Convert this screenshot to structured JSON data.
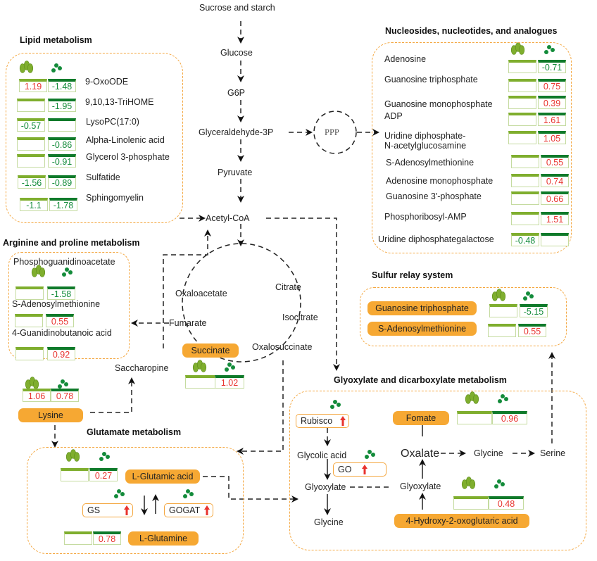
{
  "column_icons": {
    "col1": "insect-icon",
    "col2": "green-dots-icon"
  },
  "colors": {
    "box_border": "#f4a740",
    "highlight_fill": "#f6a833",
    "col1_bar": "#7fae2e",
    "col2_bar": "#0f7a2a",
    "positive_value": "#e8332e",
    "negative_value": "#138b3a",
    "up_arrow": "#e8332e"
  },
  "central": {
    "nodes": [
      "Sucrose and starch",
      "Glucose",
      "G6P",
      "Glyceraldehyde-3P",
      "Pyruvate",
      "Acetyl-CoA"
    ],
    "ppp": "PPP"
  },
  "tca": {
    "nodes": {
      "oxaloacetate": "Oxaloacetate",
      "citrate": "Citrate",
      "isocitrate": "Isocitrate",
      "oxalosuccinate": "Oxalosuccinate",
      "fumarate": "Fumarate",
      "succinate": "Succinate",
      "saccharopine": "Saccharopine"
    },
    "succinate_values": [
      "",
      "1.02"
    ]
  },
  "lipid": {
    "title": "Lipid metabolism",
    "rows": [
      {
        "name": "9-OxoODE",
        "v1": "1.19",
        "v2": "-1.48"
      },
      {
        "name": "9,10,13-TriHOME",
        "v1": "",
        "v2": "-1.95"
      },
      {
        "name": "LysoPC(17:0)",
        "v1": "-0.57",
        "v2": ""
      },
      {
        "name": "Alpha-Linolenic acid",
        "v1": "",
        "v2": "-0.86"
      },
      {
        "name": "Glycerol 3-phosphate",
        "v1": "",
        "v2": "-0.91"
      },
      {
        "name": "Sulfatide",
        "v1": "-1.56",
        "v2": "-0.89"
      },
      {
        "name": "Sphingomyelin",
        "v1": "-1.1",
        "v2": "-1.78"
      }
    ]
  },
  "nucleosides": {
    "title": "Nucleosides, nucleotides, and analogues",
    "rows": [
      {
        "name": "Adenosine",
        "v1": "",
        "v2": "-0.71"
      },
      {
        "name": "Guanosine triphosphate",
        "v1": "",
        "v2": "0.75"
      },
      {
        "name": "Guanosine monophosphate",
        "v1": "",
        "v2": "0.39"
      },
      {
        "name": "ADP",
        "v1": "",
        "v2": "1.61"
      },
      {
        "name": "Uridine diphosphate-",
        "name2": "N-acetylglucosamine",
        "v1": "",
        "v2": "1.05"
      },
      {
        "name": "S-Adenosylmethionine",
        "v1": "",
        "v2": "0.55"
      },
      {
        "name": "Adenosine monophosphate",
        "v1": "",
        "v2": "0.74"
      },
      {
        "name": "Guanosine 3'-phosphate",
        "v1": "",
        "v2": "0.66"
      },
      {
        "name": "Phosphoribosyl-AMP",
        "v1": "",
        "v2": "1.51"
      },
      {
        "name": "Uridine diphosphategalactose",
        "v1": "-0.48",
        "v2": ""
      }
    ]
  },
  "arginine": {
    "title": "Arginine and proline metabolism",
    "rows": [
      {
        "name": "Phosphoguanidinoacetate",
        "v1": "",
        "v2": "-1.58"
      },
      {
        "name": "S-Adenosylmethionine",
        "v1": "",
        "v2": "0.55"
      },
      {
        "name": "4-Guanidinobutanoic acid",
        "v1": "",
        "v2": "0.92"
      }
    ]
  },
  "lysine": {
    "name": "Lysine",
    "v1": "1.06",
    "v2": "0.78"
  },
  "sulfur": {
    "title": "Sulfur relay system",
    "rows": [
      {
        "name": "Guanosine triphosphate",
        "v1": "",
        "v2": "-5.15"
      },
      {
        "name": "S-Adenosylmethionine",
        "v1": "",
        "v2": "0.55"
      }
    ]
  },
  "glutamate": {
    "title": "Glutamate metabolism",
    "glutamic": {
      "name": "L-Glutamic acid",
      "v1": "",
      "v2": "0.27"
    },
    "glutamine": {
      "name": "L-Glutamine",
      "v1": "",
      "v2": "0.78"
    },
    "enzymes": {
      "gs": "GS",
      "gogat": "GOGAT"
    }
  },
  "glyoxylate": {
    "title": "Glyoxylate and dicarboxylate metabolism",
    "nodes": {
      "rubisco": "Rubisco",
      "glycolic": "Glycolic acid",
      "go": "GO",
      "glyoxylate1": "Glyoxylate",
      "glycine1": "Glycine",
      "fomate": "Fomate",
      "oxalate": "Oxalate",
      "glyoxylate2": "Glyoxylate",
      "hydroxy": "4-Hydroxy-2-oxoglutaric acid",
      "glycine2": "Glycine",
      "serine": "Serine"
    },
    "fomate_values": [
      "",
      "0.96"
    ],
    "hydroxy_values": [
      "",
      "0.48"
    ]
  }
}
